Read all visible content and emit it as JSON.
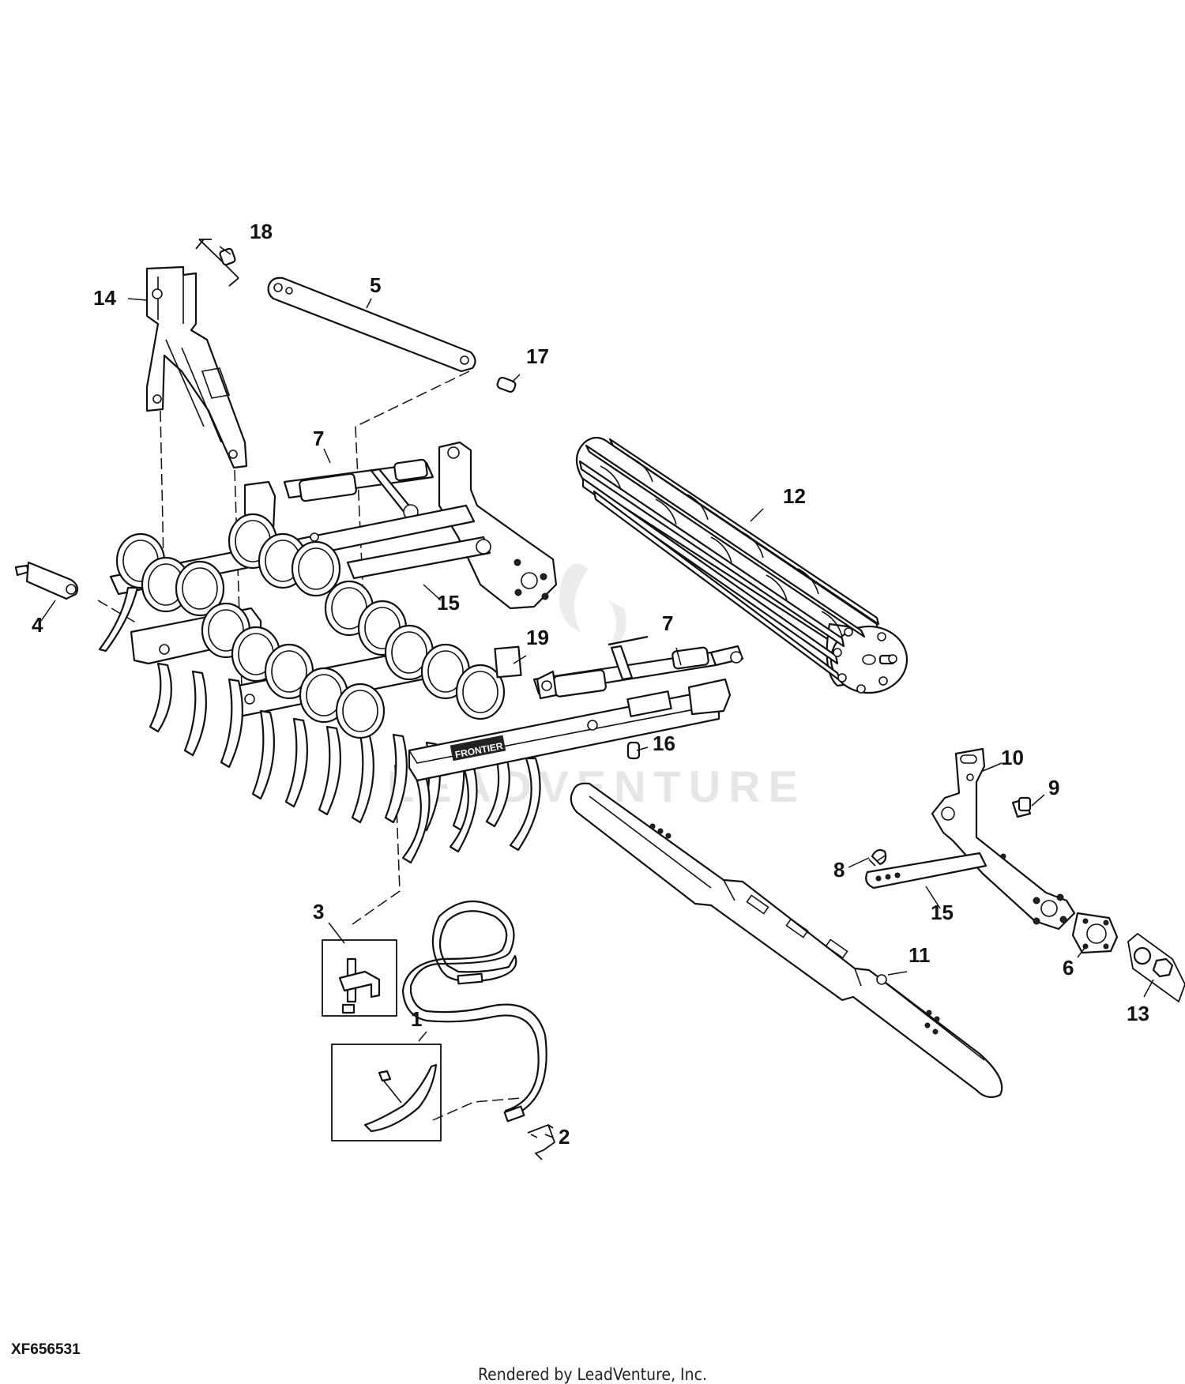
{
  "figure_id": "XF656531",
  "footer": "Rendered by LeadVenture, Inc.",
  "watermark": "LEADVENTURE",
  "frame_label": "FRONTIER",
  "callouts": [
    "1",
    "2",
    "3",
    "4",
    "5",
    "6",
    "7",
    "7",
    "8",
    "9",
    "10",
    "11",
    "12",
    "13",
    "14",
    "15",
    "15",
    "16",
    "17",
    "18",
    "19"
  ]
}
